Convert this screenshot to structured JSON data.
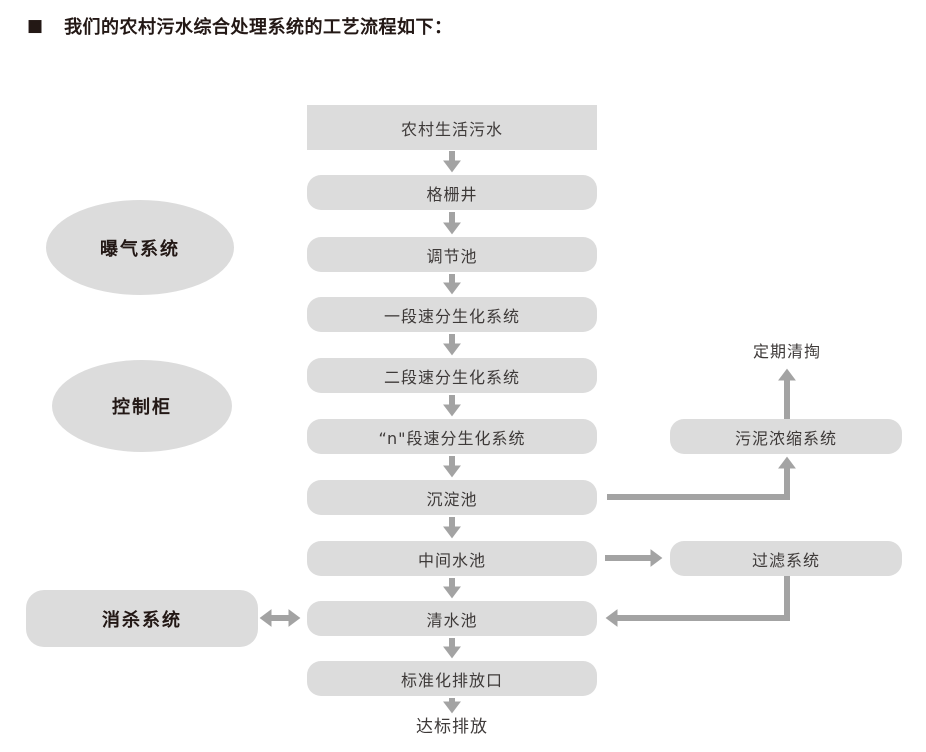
{
  "title": {
    "bullet": "■",
    "text": "我们的农村污水综合处理系统的工艺流程如下："
  },
  "flow": {
    "steps": [
      {
        "label": "农村生活污水"
      },
      {
        "label": "格栅井"
      },
      {
        "label": "调节池"
      },
      {
        "label": "一段速分生化系统"
      },
      {
        "label": "二段速分生化系统"
      },
      {
        "label": "“n\"段速分生化系统"
      },
      {
        "label": "沉淀池"
      },
      {
        "label": "中间水池"
      },
      {
        "label": "清水池"
      },
      {
        "label": "标准化排放口"
      }
    ],
    "end_label": "达标排放"
  },
  "left_column": {
    "aeration_label": "曝气系统",
    "control_label": "控制柜",
    "disinfection_label": "消杀系统"
  },
  "right_column": {
    "cleaning_label": "定期清掏",
    "sludge_label": "污泥浓缩系统",
    "filter_label": "过滤系统"
  },
  "colors": {
    "box_fill": "#dcdcdc",
    "arrow": "#a3a3a3",
    "box_text": "#3e3a39",
    "title_text": "#231815"
  }
}
